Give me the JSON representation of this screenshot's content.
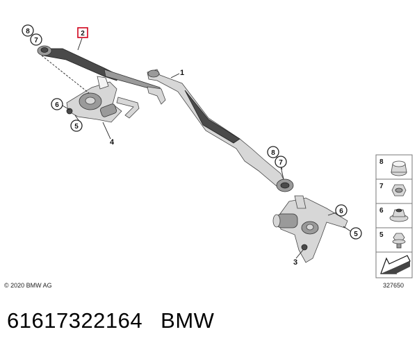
{
  "diagram": {
    "callouts": {
      "c8_top": "8",
      "c7_top": "7",
      "c2": "2",
      "c1": "1",
      "c6_left": "6",
      "c5_left": "5",
      "c4": "4",
      "c8_right": "8",
      "c7_right": "7",
      "c6_right": "6",
      "c5_right": "5",
      "c3": "3"
    },
    "legend": {
      "items": [
        {
          "number": "8",
          "part": "nut-cap-icon"
        },
        {
          "number": "7",
          "part": "hex-nut-icon"
        },
        {
          "number": "6",
          "part": "flange-nut-icon"
        },
        {
          "number": "5",
          "part": "bolt-icon"
        }
      ],
      "last_tile": "arrow-icon"
    },
    "highlight_color": "#d0021b"
  },
  "copyright": "© 2020 BMW AG",
  "diagram_number": "327650",
  "footer": {
    "part_number": "61617322164",
    "brand": "BMW"
  }
}
